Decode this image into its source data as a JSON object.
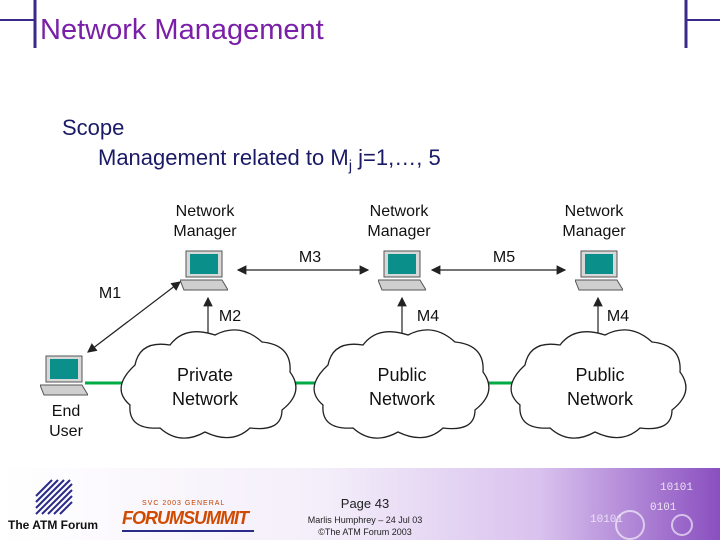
{
  "title": "Network Management",
  "scope": "Scope",
  "management_text": "Management related to M",
  "management_sub": "j",
  "management_range": " j=1,…, 5",
  "managers": [
    {
      "label_line1": "Network",
      "label_line2": "Manager"
    },
    {
      "label_line1": "Network",
      "label_line2": "Manager"
    },
    {
      "label_line1": "Network",
      "label_line2": "Manager"
    }
  ],
  "interfaces": {
    "m1": "M1",
    "m2": "M2",
    "m3": "M3",
    "m4a": "M4",
    "m4b": "M4",
    "m5": "M5"
  },
  "end_user": {
    "line1": "End",
    "line2": "User"
  },
  "private_network": {
    "line1": "Private",
    "line2": "Network"
  },
  "public_network_1": {
    "line1": "Public",
    "line2": "Network"
  },
  "public_network_2": {
    "line1": "Public",
    "line2": "Network"
  },
  "footer": {
    "page": "Page 43",
    "author": "Marlis Humphrey – 24 Jul 03",
    "copyright": "©The ATM Forum 2003",
    "atm_forum": "The ATM Forum",
    "summit_top": "SVC 2003 GENERAL",
    "summit_logo": "FORUMSUMMIT"
  },
  "colors": {
    "title": "#7a1fa8",
    "text": "#1a1a66",
    "link_green": "#00aa44",
    "accent": "#3a2a8a"
  }
}
